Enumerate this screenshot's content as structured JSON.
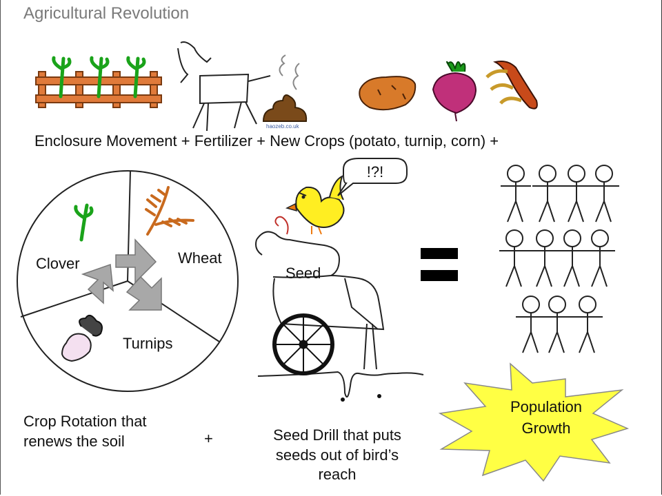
{
  "slide": {
    "title": "Agricultural Revolution",
    "headline": "Enclosure Movement + Fertilizer + New Crops (potato, turnip, corn) +",
    "speech": "!?!",
    "poop_watermark": "haozeb.co.uk",
    "rotation": {
      "labels": [
        "Clover",
        "Wheat",
        "Turnips"
      ],
      "caption": [
        "Crop Rotation that",
        "renews the soil"
      ]
    },
    "plus": "+",
    "seed_label": "Seed",
    "drill_caption": [
      "Seed Drill that puts",
      "seeds out of bird’s",
      "reach"
    ],
    "result": [
      "Population",
      "Growth"
    ],
    "colors": {
      "sprout": "#1aa31a",
      "fence": "#e07a3a",
      "wheat": "#c96a1e",
      "burst": "#ffff44",
      "arrow": "#a8a8a8",
      "bird": "#ffee22"
    }
  }
}
